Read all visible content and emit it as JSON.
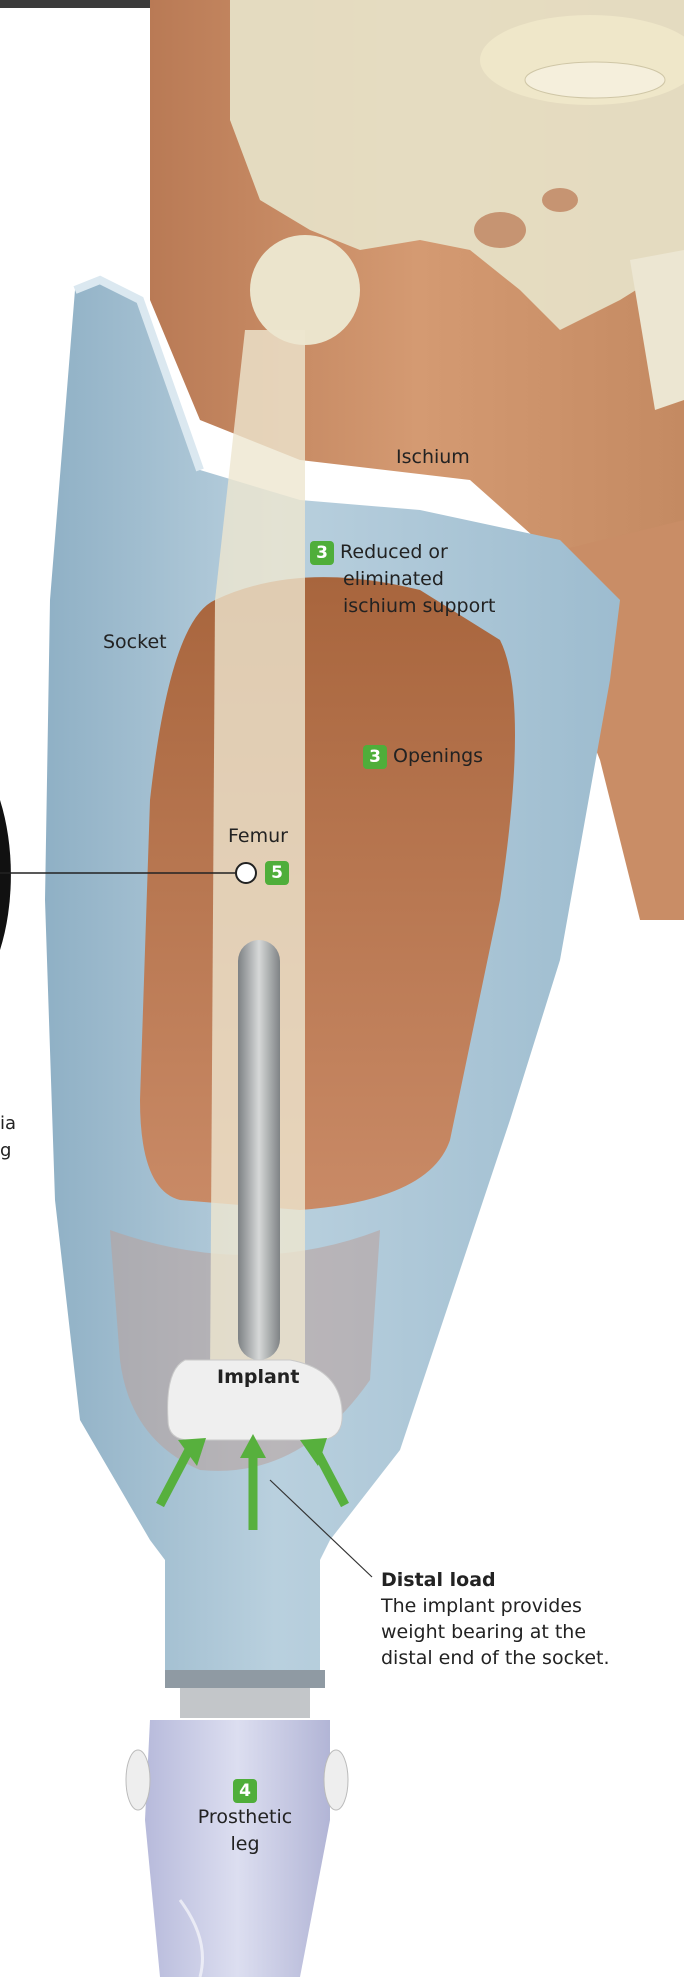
{
  "labels": {
    "ischium": "Ischium",
    "socket": "Socket",
    "femur": "Femur",
    "implant": "Implant",
    "reduced_ischium": {
      "badge": "3",
      "line1": "Reduced or",
      "line2": "eliminated",
      "line3": "ischium support"
    },
    "openings": {
      "badge": "3",
      "text": "Openings"
    },
    "femur_badge": "5",
    "distal_load": {
      "title": "Distal load",
      "line1": "The implant provides",
      "line2": "weight bearing at the",
      "line3": "distal end of the socket."
    },
    "prosthetic_leg": {
      "badge": "4",
      "line1": "Prosthetic",
      "line2": "leg"
    },
    "cropped_left": {
      "line1": "ia",
      "line2": "g"
    }
  },
  "colors": {
    "badge": "#4fae3a",
    "arrow": "#57b03d",
    "socket": "#a9c3d3",
    "skin": "#c4865f",
    "bone": "#e8e1c8",
    "prosthetic_leg": "#c9cbe2"
  }
}
